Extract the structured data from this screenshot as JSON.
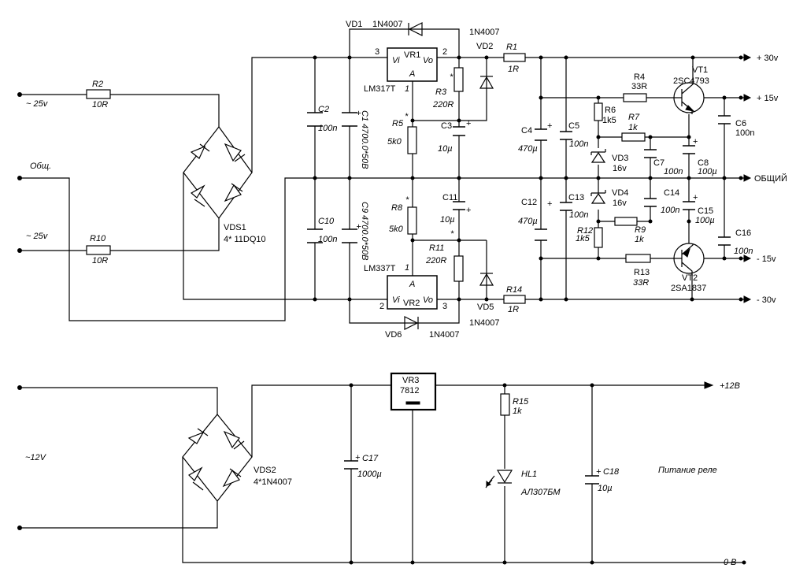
{
  "labels": {
    "in_top": "~ 25v",
    "in_common": "Общ.",
    "in_bottom": "~ 25v",
    "in_12": "~12V",
    "out_p30": "+ 30v",
    "out_p15": "+ 15v",
    "out_common": "ОБЩИЙ",
    "out_m15": "- 15v",
    "out_m30": "- 30v",
    "out_p12": "+12В",
    "out_0": "0 В",
    "relay": "Питание реле"
  },
  "parts": {
    "R2": {
      "ref": "R2",
      "val": "10R"
    },
    "R10": {
      "ref": "R10",
      "val": "10R"
    },
    "VDS1": {
      "ref": "VDS1",
      "val": "4* 11DQ10"
    },
    "C2": {
      "ref": "C2",
      "val": "100n"
    },
    "C10": {
      "ref": "C10",
      "val": "100n"
    },
    "C1": {
      "ref": "C1",
      "val": "4700.0*50В"
    },
    "C9": {
      "ref": "C9",
      "val": "4700.0*50В"
    },
    "VD1": {
      "ref": "VD1",
      "val": "1N4007"
    },
    "VR1": {
      "ref": "VR1",
      "type": "LM317T",
      "pins": {
        "p3": "3",
        "p2": "2",
        "p1": "1"
      },
      "vi": "Vi",
      "vo": "Vo",
      "a": "A"
    },
    "VD2": {
      "ref": "VD2",
      "val": "1N4007"
    },
    "R1": {
      "ref": "R1",
      "val": "1R"
    },
    "R3": {
      "ref": "R3",
      "val": "220R"
    },
    "R5": {
      "ref": "R5",
      "val": "5k0"
    },
    "C3": {
      "ref": "C3",
      "val": "10µ"
    },
    "C4": {
      "ref": "C4",
      "val": "470µ"
    },
    "C5": {
      "ref": "C5",
      "val": "100n"
    },
    "R4": {
      "ref": "R4",
      "val": "33R"
    },
    "VT1": {
      "ref": "VT1",
      "val": "2SC4793"
    },
    "R6": {
      "ref": "R6",
      "val": "1k5"
    },
    "R7": {
      "ref": "R7",
      "val": "1k"
    },
    "VD3": {
      "ref": "VD3",
      "val": "16v"
    },
    "C7": {
      "ref": "C7",
      "val": "100n"
    },
    "C8": {
      "ref": "C8",
      "val": "100µ"
    },
    "C6": {
      "ref": "C6",
      "val": "100n"
    },
    "R8": {
      "ref": "R8",
      "val": "5k0"
    },
    "C11": {
      "ref": "C11",
      "val": "10µ"
    },
    "C12": {
      "ref": "C12",
      "val": "470µ"
    },
    "C13": {
      "ref": "C13",
      "val": "100n"
    },
    "VD4": {
      "ref": "VD4",
      "val": "16v"
    },
    "C14": {
      "ref": "C14",
      "val": "100n"
    },
    "C15": {
      "ref": "C15",
      "val": "100µ"
    },
    "C16": {
      "ref": "C16",
      "val": "100n"
    },
    "R12": {
      "ref": "R12",
      "val": "1k5"
    },
    "R9": {
      "ref": "R9",
      "val": "1k"
    },
    "R11": {
      "ref": "R11",
      "val": "220R"
    },
    "VR2": {
      "ref": "VR2",
      "type": "LM337T",
      "pins": {
        "p1": "1",
        "p2": "2",
        "p3": "3"
      },
      "vi": "Vi",
      "vo": "Vo",
      "a": "A"
    },
    "R13": {
      "ref": "R13",
      "val": "33R"
    },
    "VT2": {
      "ref": "VT2",
      "val": "2SA1837"
    },
    "VD5": {
      "ref": "VD5",
      "val": "1N4007"
    },
    "R14": {
      "ref": "R14",
      "val": "1R"
    },
    "VD6": {
      "ref": "VD6",
      "val": "1N4007"
    },
    "VDS2": {
      "ref": "VDS2",
      "val": "4*1N4007"
    },
    "C17": {
      "ref": "C17",
      "val": "1000µ"
    },
    "VR3": {
      "ref": "VR3",
      "type": "7812"
    },
    "R15": {
      "ref": "R15",
      "val": "1k"
    },
    "HL1": {
      "ref": "HL1",
      "val": "АЛ307БМ"
    },
    "C18": {
      "ref": "C18",
      "val": "10µ"
    }
  },
  "marks": {
    "star": "*",
    "plus": "+"
  }
}
